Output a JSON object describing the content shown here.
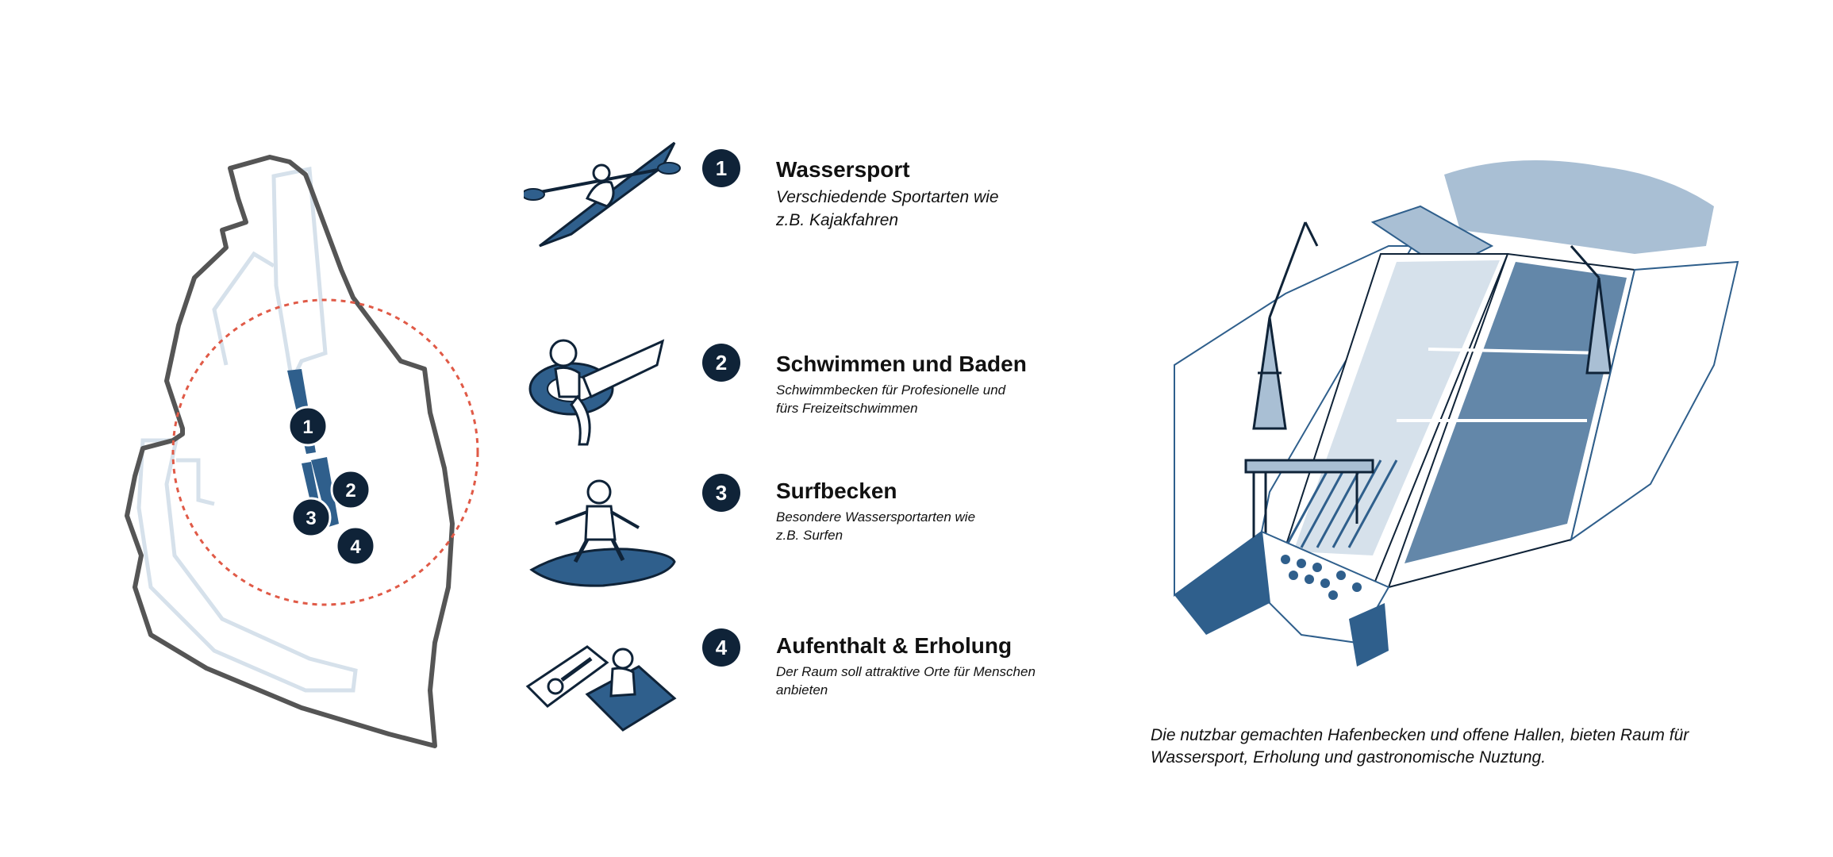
{
  "colors": {
    "navy": "#0f2338",
    "steel_blue": "#2f5f8c",
    "light_blue": "#a9bfd4",
    "pale_blue": "#d6e1eb",
    "outline_gray": "#555555",
    "dashed_red": "#e05a47"
  },
  "site_map": {
    "markers": [
      "1",
      "2",
      "3",
      "4"
    ]
  },
  "legend": {
    "items": [
      {
        "number": "1",
        "title": "Wassersport",
        "description": "Verschiedende Sportarten wie\nz.B. Kajakfahren",
        "icon": "kayak-icon"
      },
      {
        "number": "2",
        "title": "Schwimmen und Baden",
        "description": "Schwimmbecken für Profesionelle und\nfürs Freizeitschwimmen",
        "icon": "swimmer-icon"
      },
      {
        "number": "3",
        "title": "Surfbecken",
        "description": "Besondere Wassersportarten wie\nz.B. Surfen",
        "icon": "surfer-icon"
      },
      {
        "number": "4",
        "title": "Aufenthalt & Erholung",
        "description": "Der Raum soll attraktive Orte für Menschen\nanbieten",
        "icon": "relaxing-people-icon"
      }
    ]
  },
  "caption": "Die nutzbar gemachten Hafenbecken und offene Hallen, bieten Raum für\nWassersport, Erholung und gastronomische Nuztung."
}
